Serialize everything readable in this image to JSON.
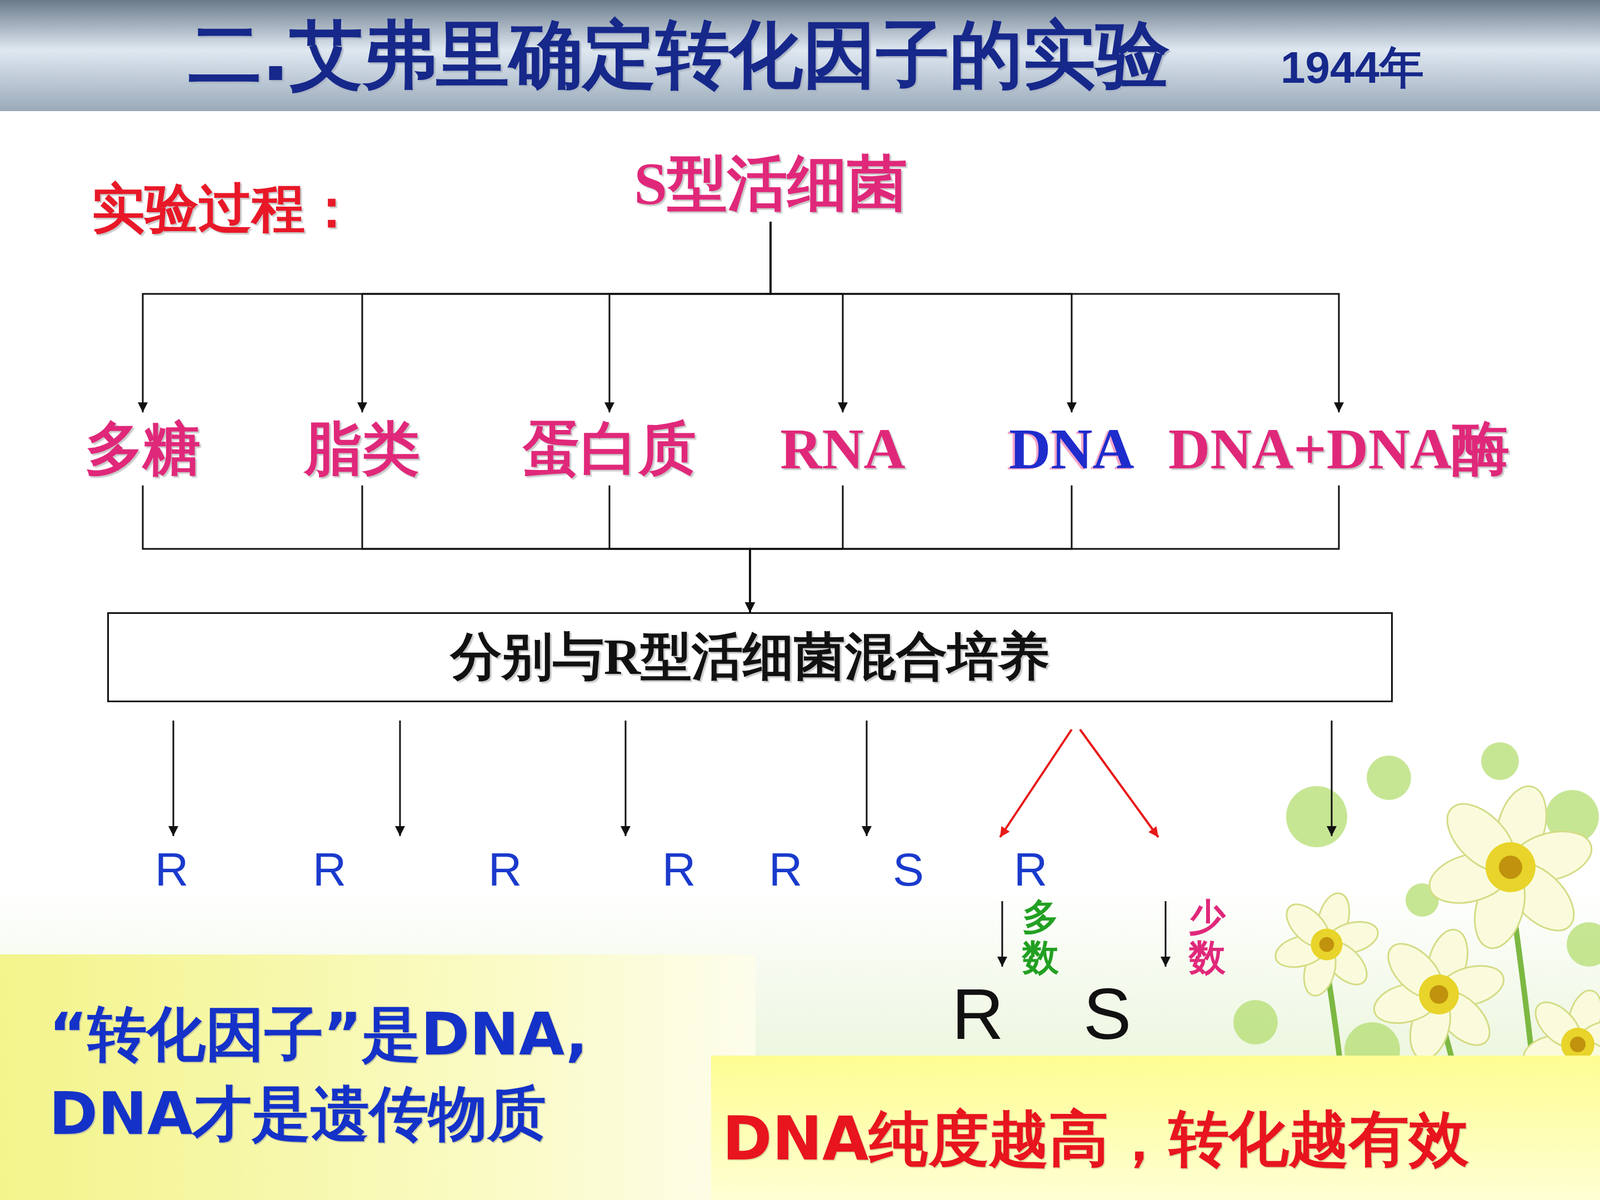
{
  "diagram": {
    "title": "二.艾弗里确定转化因子的实验",
    "nodes": [
      {
        "text": [
          "S型活细菌"
        ]
      },
      {
        "text": [
          "多糖"
        ]
      },
      {
        "text": [
          "脂类"
        ]
      },
      {
        "text": [
          "蛋白质"
        ]
      },
      {
        "text": [
          "RNA"
        ]
      },
      {
        "text": [
          "DNA"
        ]
      },
      {
        "text": [
          "DNA+DNA酶"
        ]
      },
      {
        "text": [
          "分别与R型活细菌混合培养"
        ]
      },
      {
        "text": [
          "“转化因子”是DNA, DNA才是遗传物质"
        ]
      },
      {
        "text": [
          "DNA纯度越高，转化越有效"
        ]
      }
    ],
    "edges": [
      {
        "from": 0,
        "to": 1,
        "arrow": "to"
      },
      {
        "from": 0,
        "to": 2,
        "arrow": "to"
      },
      {
        "from": 0,
        "to": 3,
        "arrow": "to"
      },
      {
        "from": 0,
        "to": 4,
        "arrow": "to"
      },
      {
        "from": 0,
        "to": 5,
        "arrow": "to"
      },
      {
        "from": 0,
        "to": 6,
        "arrow": "to"
      },
      {
        "from": 1,
        "to": 7,
        "arrow": "to"
      },
      {
        "from": 2,
        "to": 7,
        "arrow": "to"
      },
      {
        "from": 3,
        "to": 7,
        "arrow": "to"
      },
      {
        "from": 4,
        "to": 7,
        "arrow": "to"
      },
      {
        "from": 5,
        "to": 7,
        "arrow": "to"
      },
      {
        "from": 6,
        "to": 7,
        "arrow": "to"
      }
    ],
    "labels": [
      "1944年",
      "实验过程：",
      "R",
      "R",
      "R",
      "R",
      "R",
      "S",
      "R",
      "多数",
      "少数",
      "R",
      "S"
    ]
  }
}
